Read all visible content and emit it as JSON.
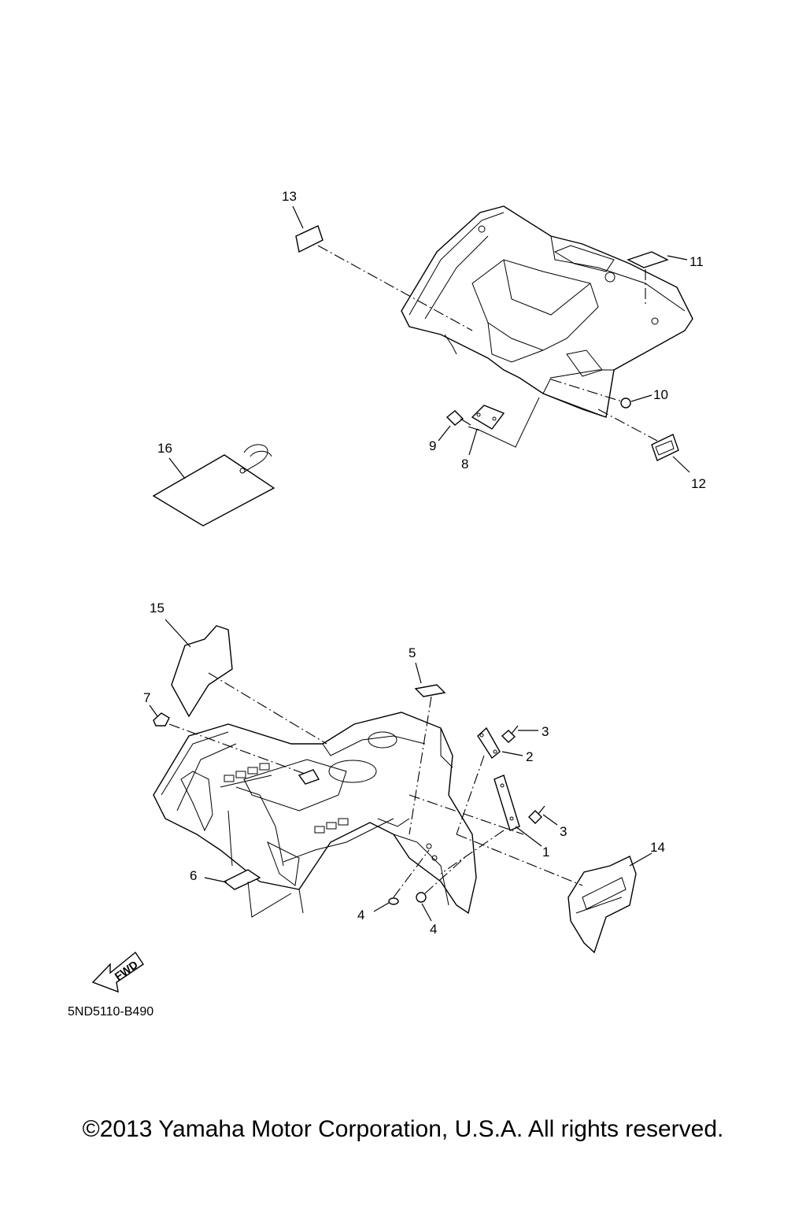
{
  "diagram": {
    "code": "5ND5110-B490",
    "fwd_label": "FWD",
    "callouts": {
      "c1": "1",
      "c2": "2",
      "c3a": "3",
      "c3b": "3",
      "c4a": "4",
      "c4b": "4",
      "c5": "5",
      "c6": "6",
      "c7": "7",
      "c8": "8",
      "c9": "9",
      "c10": "10",
      "c11": "11",
      "c12": "12",
      "c13": "13",
      "c14": "14",
      "c15": "15",
      "c16": "16"
    }
  },
  "footer": {
    "copyright": "©2013 Yamaha Motor Corporation, U.S.A. All rights reserved."
  }
}
